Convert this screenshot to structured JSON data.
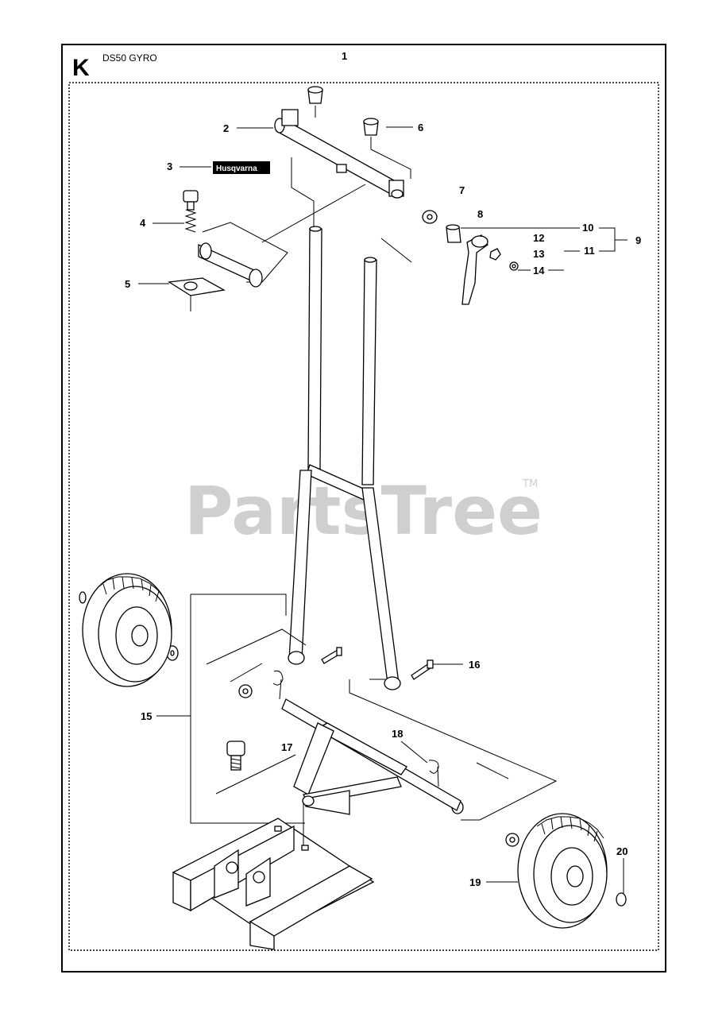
{
  "header": {
    "section_letter": "K",
    "model": "DS50 GYRO",
    "assembly_number": "1"
  },
  "watermark": {
    "text": "PartsTree",
    "trademark": "TM"
  },
  "logo": {
    "text": "Husqvarna"
  },
  "callouts": [
    {
      "id": "2",
      "label": "2"
    },
    {
      "id": "3",
      "label": "3"
    },
    {
      "id": "4",
      "label": "4"
    },
    {
      "id": "5",
      "label": "5"
    },
    {
      "id": "6",
      "label": "6"
    },
    {
      "id": "7",
      "label": "7"
    },
    {
      "id": "8",
      "label": "8"
    },
    {
      "id": "9",
      "label": "9"
    },
    {
      "id": "10",
      "label": "10"
    },
    {
      "id": "11",
      "label": "11"
    },
    {
      "id": "12",
      "label": "12"
    },
    {
      "id": "13",
      "label": "13"
    },
    {
      "id": "14",
      "label": "14"
    },
    {
      "id": "15",
      "label": "15"
    },
    {
      "id": "16",
      "label": "16"
    },
    {
      "id": "17",
      "label": "17"
    },
    {
      "id": "18",
      "label": "18"
    },
    {
      "id": "19",
      "label": "19"
    },
    {
      "id": "20",
      "label": "20"
    }
  ],
  "colors": {
    "line": "#000000",
    "background": "#ffffff",
    "watermark": "#cfcfcf"
  }
}
